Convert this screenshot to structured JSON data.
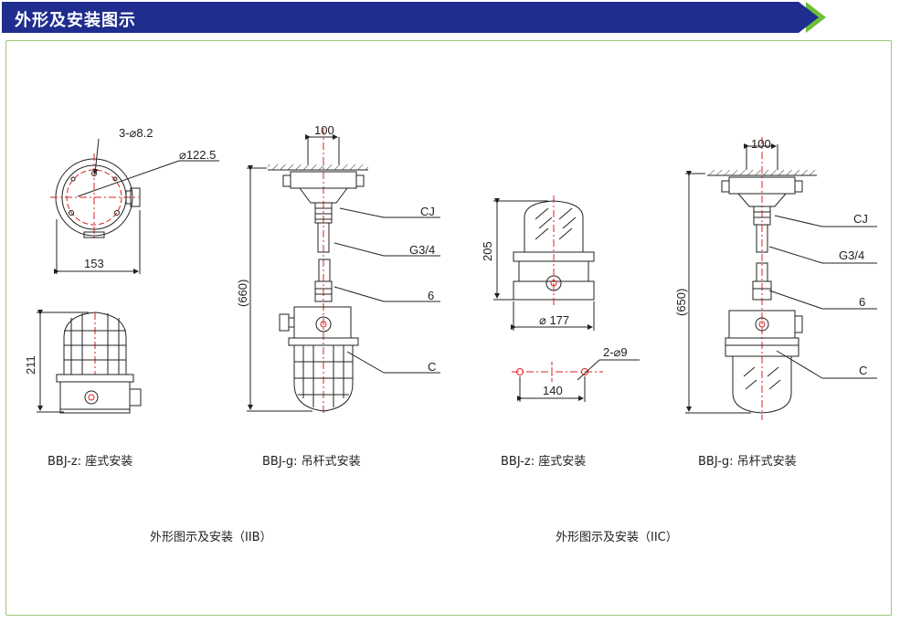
{
  "header": {
    "title": "外形及安装图示",
    "bar_color": "#1f2d8f",
    "accent_color": "#6cbf3a"
  },
  "frame_color": "#9bc77a",
  "drawings": {
    "d1": {
      "holes": "3-⌀8.2",
      "diameter": "⌀122.5",
      "width": "153",
      "height": "211"
    },
    "d2": {
      "top": "100",
      "height": "(660)",
      "cj": "CJ",
      "g34": "G3/4",
      "n6": "6",
      "c": "C"
    },
    "d3": {
      "height": "205",
      "diameter": "⌀ 177",
      "holes": "2-⌀9",
      "width": "140"
    },
    "d4": {
      "top": "100",
      "height": "(650)",
      "cj": "CJ",
      "g34": "G3/4",
      "n6": "6",
      "c": "C"
    }
  },
  "captions": {
    "c1": "BBJ-z: 座式安装",
    "c2": "BBJ-g: 吊杆式安装",
    "c3": "BBJ-z: 座式安装",
    "c4": "BBJ-g: 吊杆式安装",
    "group_left": "外形图示及安装（IIB）",
    "group_right": "外形图示及安装（IIC）"
  }
}
